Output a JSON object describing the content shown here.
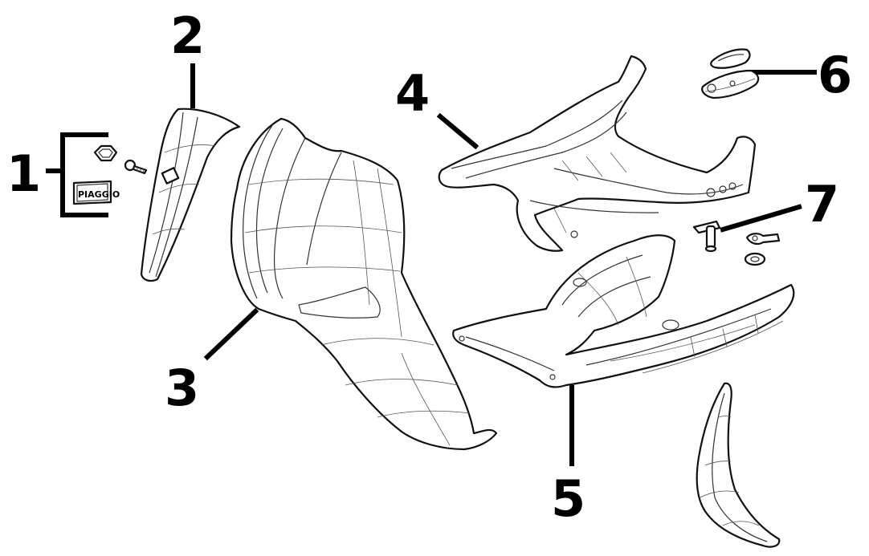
{
  "callouts": [
    {
      "id": "1",
      "label": "1"
    },
    {
      "id": "2",
      "label": "2"
    },
    {
      "id": "3",
      "label": "3"
    },
    {
      "id": "4",
      "label": "4"
    },
    {
      "id": "5",
      "label": "5"
    },
    {
      "id": "6",
      "label": "6"
    },
    {
      "id": "7",
      "label": "7"
    }
  ],
  "badge": {
    "text": "PIAGGIO"
  },
  "colors": {
    "ink": "#000000",
    "background": "#ffffff"
  }
}
